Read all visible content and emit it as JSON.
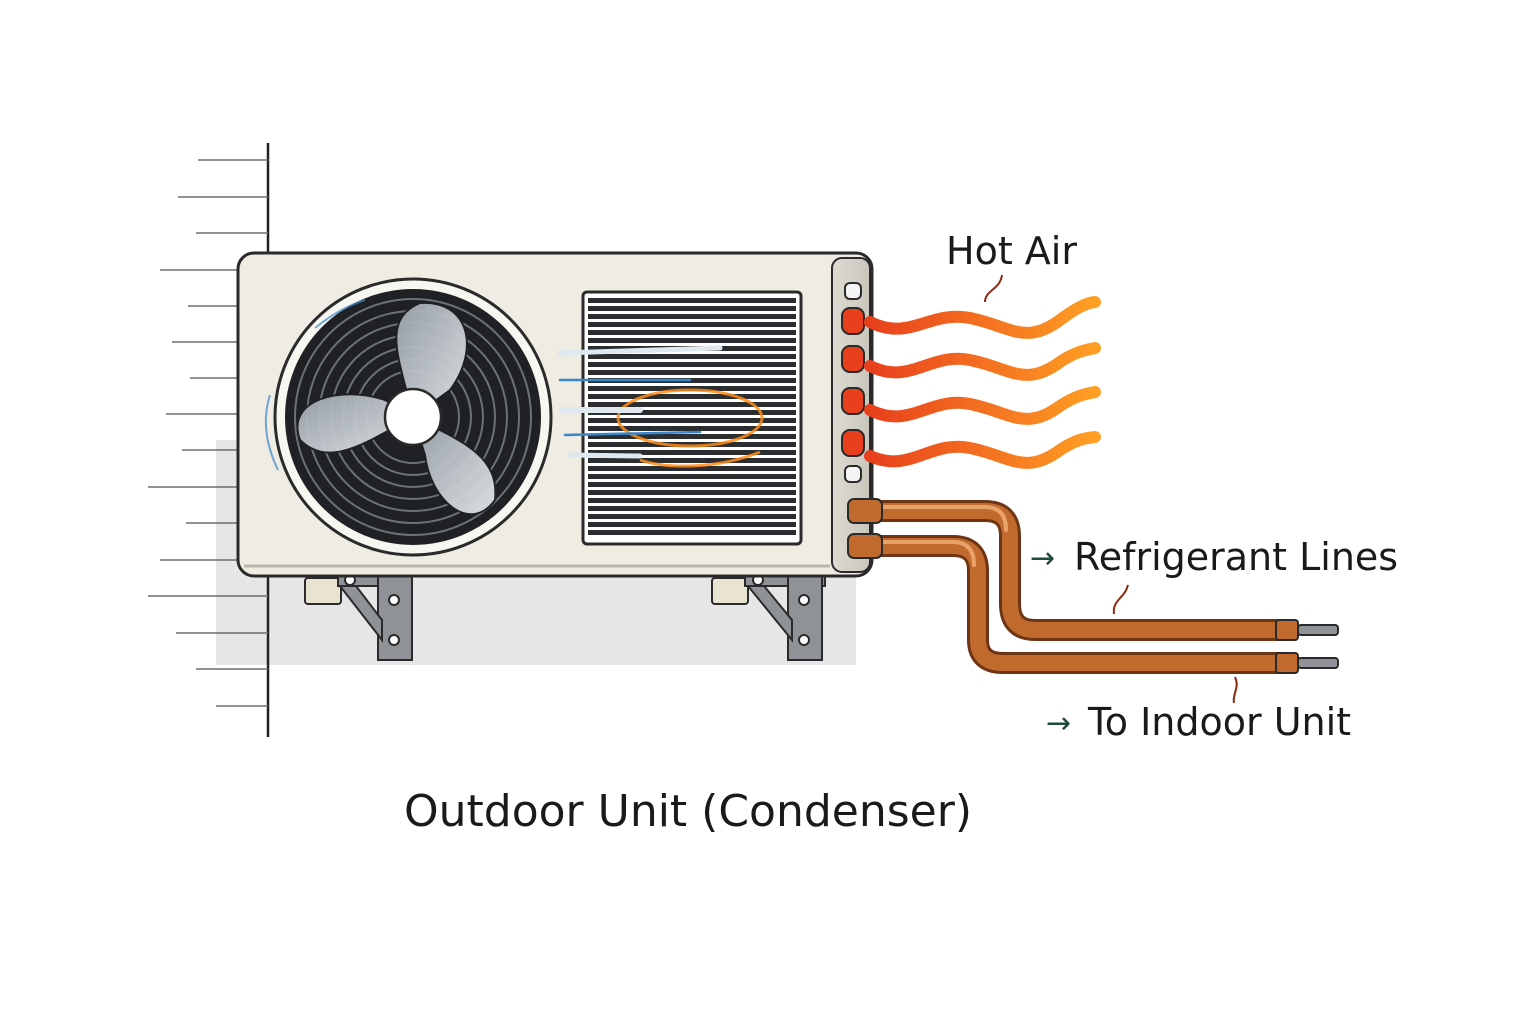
{
  "diagram": {
    "caption": "Outdoor Unit (Condenser)",
    "labels": {
      "hot_air": "Hot Air",
      "refrigerant_lines": "Refrigerant Lines",
      "to_indoor_unit": "To Indoor Unit"
    },
    "arrow_glyph": "→",
    "colors": {
      "unit_body": "#efece3",
      "unit_outline": "#2a2a2a",
      "fan_dark": "#1f2124",
      "grille_dark": "#2b2d30",
      "hot_air_start": "#e8401c",
      "hot_air_end": "#ff9a1f",
      "copper": "#c06a2e",
      "wall_shadow": "#e4e4e4",
      "airflow_blue": "#3a86c8"
    }
  }
}
